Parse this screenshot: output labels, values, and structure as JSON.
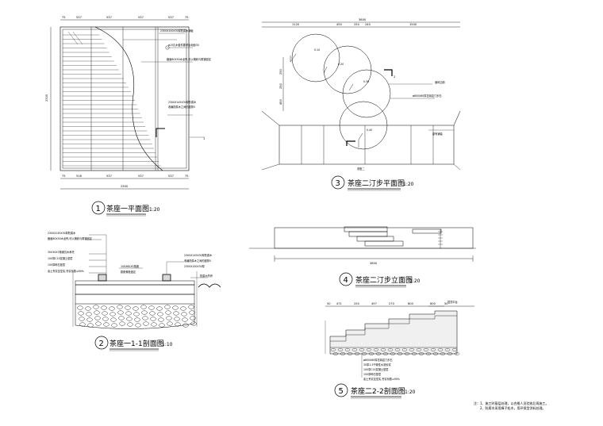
{
  "drawings": [
    {
      "number": "1",
      "title": "茶座一平面图",
      "scale": "1:20"
    },
    {
      "number": "2",
      "title": "茶座一1-1剖面图",
      "scale": "1:10"
    },
    {
      "number": "3",
      "title": "茶座二汀步平面图",
      "scale": "1:20"
    },
    {
      "number": "4",
      "title": "茶座二汀步立面图",
      "scale": "1:20"
    },
    {
      "number": "5",
      "title": "茶座二2-2剖面图",
      "scale": "1:20"
    }
  ],
  "plan1": {
    "top_dims": [
      "75",
      "537",
      "537",
      "537",
      "537",
      "75"
    ],
    "bottom_dims": [
      "75",
      "516",
      "537",
      "537",
      "537",
      "75"
    ],
    "overall_bottom": "2300",
    "overall_left": "2300",
    "callouts": [
      "2300X100X30厚防腐木铺板",
      "ø15孔木套件要求出地面30",
      "截面80X50木龙骨,可以横着与角钢固定",
      "2300X145X30厚防腐木",
      "收编防腐木之间的缝隙5"
    ],
    "section_mark": "1"
  },
  "section2": {
    "callouts_left": [
      "2300X145X30厚防腐木",
      "截面80X50木龙骨,可以横着与角钢固定",
      "30X30X3角钢沉木承托",
      "100厚C15混凝土垫层",
      "150厚碎石垫层",
      "素土夯实至坚实,夯实系数≥90%"
    ],
    "callouts_right": [
      "2300X145X30厚防腐木",
      "收编防腐木之间的缝隙5",
      "2300X100X30厚"
    ],
    "callouts_mid": [
      "100X60X5角钢",
      "膨胀螺栓固定"
    ],
    "extra": "防腐木热骨"
  },
  "plan3": {
    "top_dims": [
      "1120",
      "450",
      "250",
      "240",
      "1500"
    ],
    "overall_top": "3600",
    "left_dims": [
      "250",
      "250",
      "450"
    ],
    "levels": [
      "0.10",
      "0.20",
      "0.30",
      "0.40"
    ],
    "callouts": [
      "面砖边线",
      "ø800X60厚花岗岩汀步石",
      "原有铺装"
    ],
    "section_label": "2",
    "bottom_label": "茶座二"
  },
  "elevation4": {
    "overall": "3600"
  },
  "section5": {
    "top_dims": [
      "50",
      "471",
      "250",
      "497",
      "270",
      "600",
      "600",
      "50"
    ],
    "top_label": "层顶平台",
    "callouts": [
      "ø800X60厚花岗岩汀步石",
      "30厚1:3干硬性水泥砂浆",
      "100厚C15混凝土垫层",
      "150厚碎石垫层",
      "素土夯实至坚实,夯实系数≥90%"
    ]
  },
  "notes": [
    "注：1、施工时基层处理，以合格人员验收后再施工。",
    "2、防腐木采用樟子松木，用环保型涂料处理。"
  ]
}
